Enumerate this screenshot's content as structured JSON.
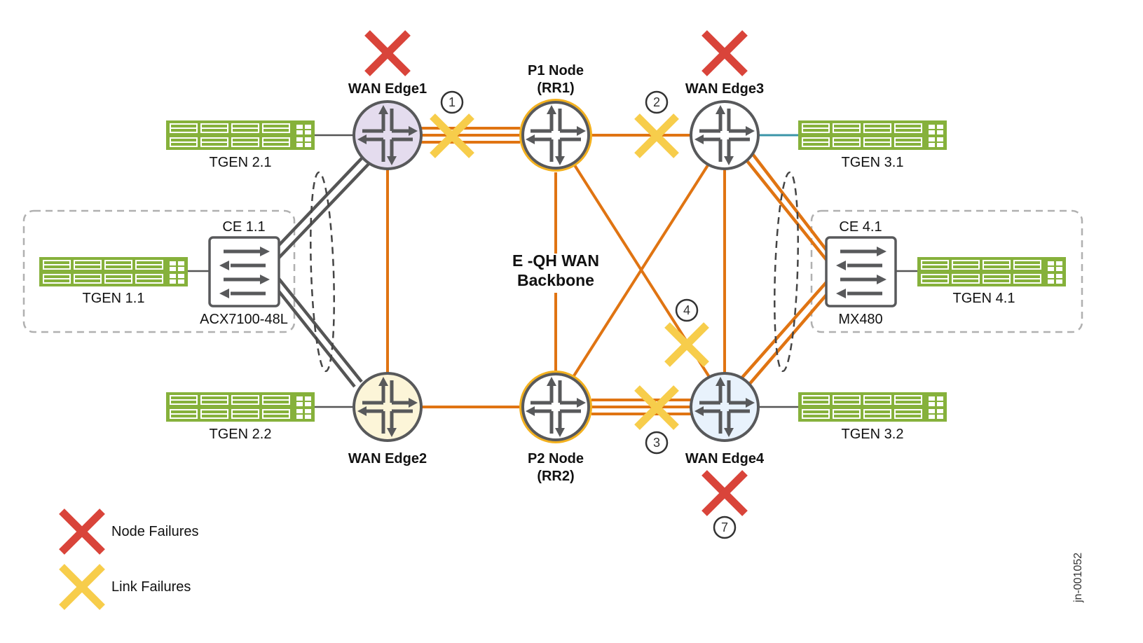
{
  "colors": {
    "orange_link": "#e07412",
    "gray_link": "#555555",
    "teal_link": "#3b95a8",
    "node_failure": "#d9443a",
    "link_failure": "#f7cd4b",
    "tgen_green": "#86b13b",
    "rr_ring": "#f3b11f",
    "router_stroke": "#58595b",
    "edge1_fill": "#e4dcee",
    "edge2_fill": "#fcf5d8",
    "edge4_fill": "#e8f2fc",
    "group_box": "#b0b0b0"
  },
  "nodes": {
    "wan_edge1": {
      "label": "WAN Edge1",
      "failed": true
    },
    "wan_edge2": {
      "label": "WAN Edge2",
      "failed": false
    },
    "wan_edge3": {
      "label": "WAN Edge3",
      "failed": true
    },
    "wan_edge4": {
      "label": "WAN Edge4",
      "failed": true,
      "failure_number": "7"
    },
    "p1": {
      "label_line1": "P1 Node",
      "label_line2": "(RR1)"
    },
    "p2": {
      "label_line1": "P2 Node",
      "label_line2": "(RR2)"
    },
    "ce11": {
      "label": "CE 1.1",
      "model": "ACX7100-48L"
    },
    "ce41": {
      "label": "CE 4.1",
      "model": "MX480"
    }
  },
  "tgens": {
    "tgen11": "TGEN 1.1",
    "tgen21": "TGEN 2.1",
    "tgen22": "TGEN 2.2",
    "tgen31": "TGEN 3.1",
    "tgen32": "TGEN 3.2",
    "tgen41": "TGEN 4.1"
  },
  "backbone": {
    "line1": "E -QH WAN",
    "line2": "Backbone"
  },
  "link_failures": [
    {
      "number": "1",
      "between": "WAN Edge1 - P1 Node"
    },
    {
      "number": "2",
      "between": "P1 Node - WAN Edge3"
    },
    {
      "number": "3",
      "between": "P2 Node - WAN Edge4"
    },
    {
      "number": "4",
      "between": "P1 Node - WAN Edge4"
    }
  ],
  "legend": {
    "node_failures": "Node Failures",
    "link_failures": "Link Failures"
  },
  "watermark": "jn-001052"
}
